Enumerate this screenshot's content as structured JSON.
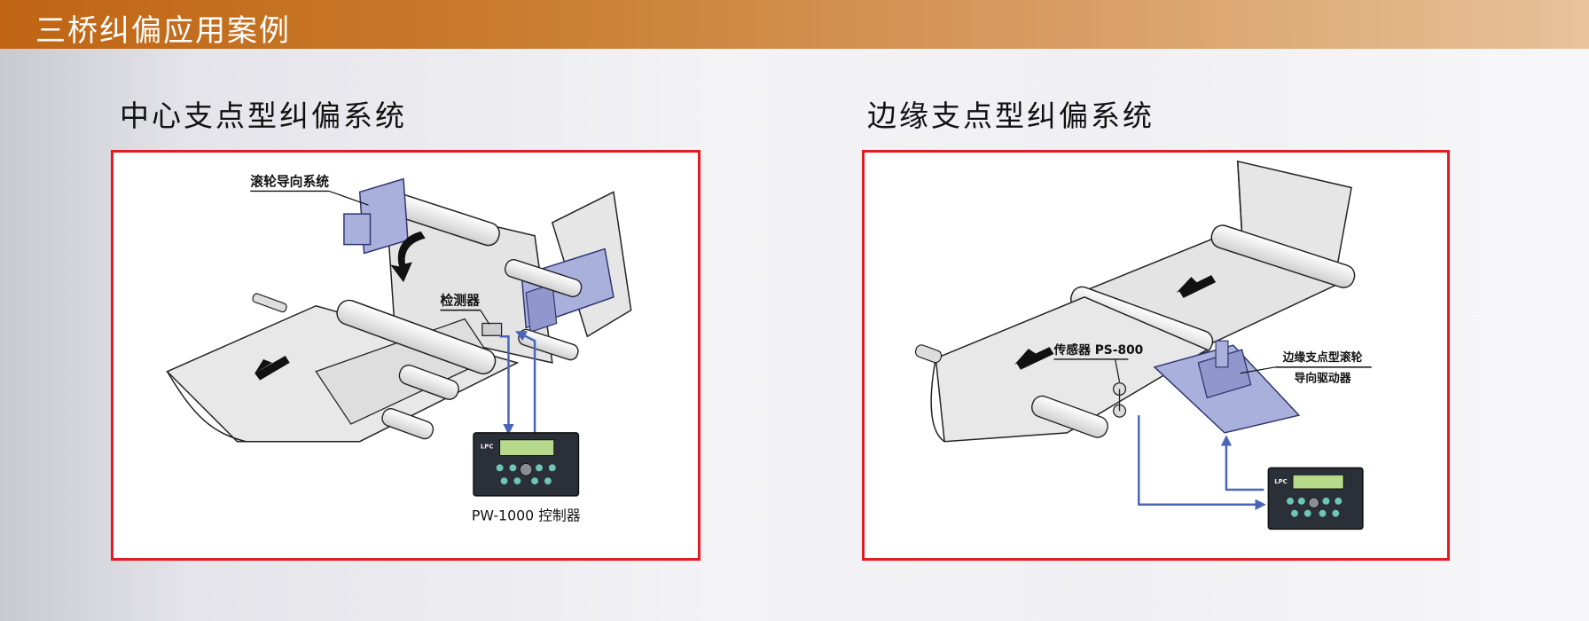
{
  "header": {
    "title": "三桥纠偏应用案例"
  },
  "left": {
    "heading": "中心支点型纠偏系统",
    "labels": {
      "roller_guide": "滚轮导向系统",
      "detector": "检测器",
      "controller": "PW-1000 控制器"
    },
    "device_brand": "LPC"
  },
  "right": {
    "heading": "边缘支点型纠偏系统",
    "labels": {
      "sensor": "传感器 PS-800",
      "driver_line1": "边缘支点型滚轮",
      "driver_line2": "导向驱动器"
    },
    "device_brand": "LPC"
  },
  "colors": {
    "title_bar_start": "#bf6514",
    "title_bar_end": "#e8c29a",
    "panel_border": "#e31b23",
    "signal_line": "#4a64b8",
    "mechanism": "#a9b0dc"
  }
}
